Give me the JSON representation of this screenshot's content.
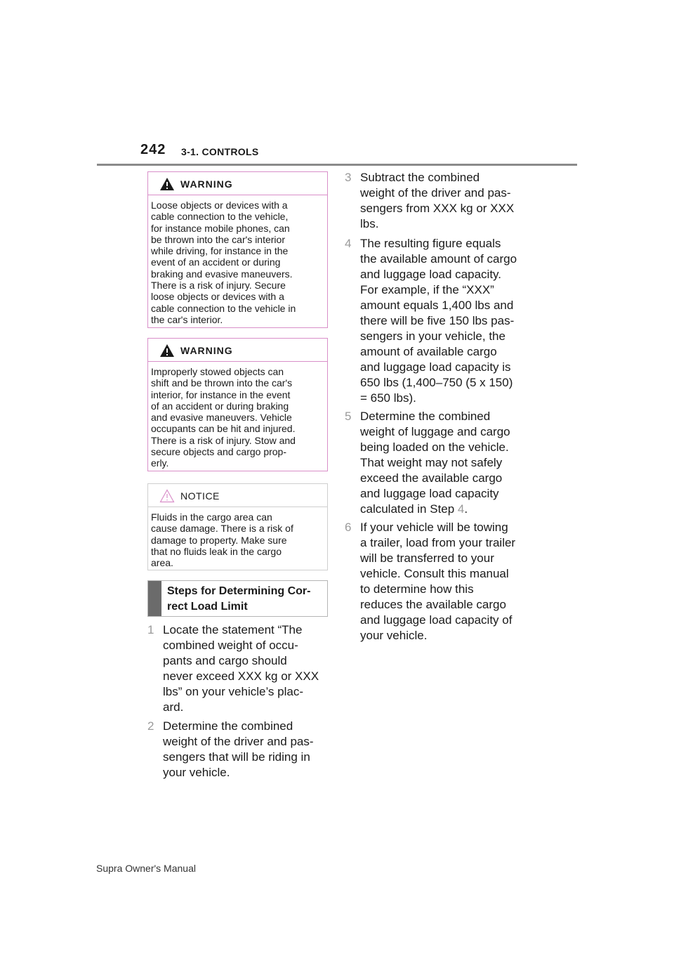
{
  "header": {
    "page_number": "242",
    "section": "3-1. CONTROLS"
  },
  "warnings": [
    {
      "label": "WARNING",
      "lines": [
        "Loose objects or devices with a",
        "cable connection to the vehicle,",
        "for instance mobile phones, can",
        "be thrown into the car's interior",
        "while driving, for instance in the",
        "event of an accident or during",
        "braking and evasive maneuvers.",
        "There is a risk of injury. Secure",
        "loose objects or devices with a",
        "cable connection to the vehicle in",
        "the car's interior."
      ]
    },
    {
      "label": "WARNING",
      "lines": [
        "Improperly stowed objects can",
        "shift and be thrown into the car's",
        "interior, for instance in the event",
        "of an accident or during braking",
        "and evasive maneuvers. Vehicle",
        "occupants can be hit and injured.",
        "There is a risk of injury. Stow and",
        "secure objects and cargo prop-",
        "erly."
      ]
    }
  ],
  "notice": {
    "label": "NOTICE",
    "lines": [
      "Fluids in the cargo area can",
      "cause damage. There is a risk of",
      "damage to property. Make sure",
      "that no fluids leak in the cargo",
      "area."
    ]
  },
  "steps_heading": {
    "lines": [
      "Steps for Determining Cor-",
      "rect Load Limit"
    ]
  },
  "steps": [
    {
      "num": "1",
      "lines": [
        "Locate the statement “The",
        "combined weight of occu-",
        "pants and cargo should",
        "never exceed XXX kg or XXX",
        "lbs” on your vehicle’s plac-",
        "ard."
      ]
    },
    {
      "num": "2",
      "lines": [
        "Determine the combined",
        "weight of the driver and pas-",
        "sengers that will be riding in",
        "your vehicle."
      ]
    },
    {
      "num": "3",
      "lines": [
        "Subtract the combined",
        "weight of the driver and pas-",
        "sengers from XXX kg or XXX",
        "lbs."
      ]
    },
    {
      "num": "4",
      "lines": [
        "The resulting figure equals",
        "the available amount of cargo",
        "and luggage load capacity.",
        "For example, if the “XXX”",
        "amount equals 1,400 lbs and",
        "there will be five 150 lbs pas-",
        "sengers in your vehicle, the",
        "amount of available cargo",
        "and luggage load capacity is",
        "650 lbs (1,400–750 (5 x 150)",
        "= 650 lbs)."
      ]
    },
    {
      "num": "5",
      "lines": [
        "Determine the combined",
        "weight of luggage and cargo",
        "being loaded on the vehicle.",
        "That weight may not safely",
        "exceed the available cargo",
        "and luggage load capacity",
        "calculated in Step "
      ],
      "ref": "4",
      "ref_suffix": "."
    },
    {
      "num": "6",
      "lines": [
        "If your vehicle will be towing",
        "a trailer, load from your trailer",
        "will be transferred to your",
        "vehicle. Consult this manual",
        "to determine how this",
        "reduces the available cargo",
        "and luggage load capacity of",
        "your vehicle."
      ]
    }
  ],
  "footer": {
    "text": "Supra Owner's Manual"
  }
}
